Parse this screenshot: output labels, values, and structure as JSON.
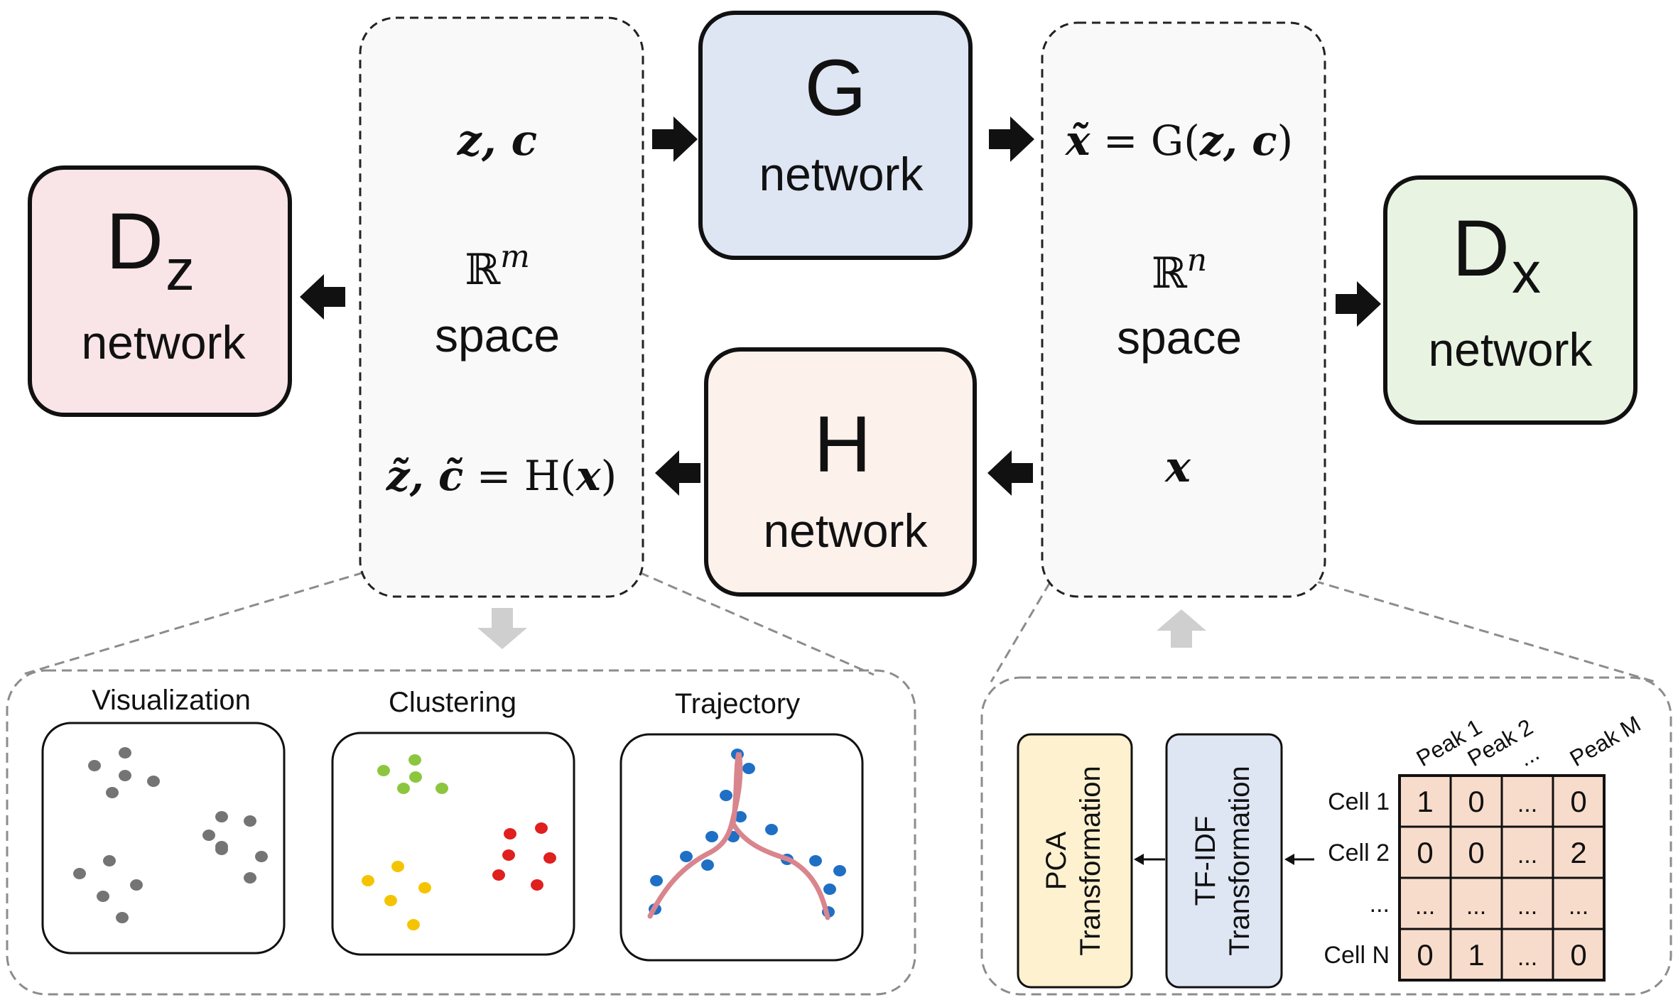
{
  "networks": {
    "dz": {
      "main": "D",
      "sub": "z",
      "label": "network",
      "fill": "#f9e4e7"
    },
    "g": {
      "main": "G",
      "label": "network",
      "fill": "#dee6f4"
    },
    "h": {
      "main": "H",
      "label": "network",
      "fill": "#fdf1ec"
    },
    "dx": {
      "main": "D",
      "sub": "x",
      "label": "network",
      "fill": "#e9f3e2"
    }
  },
  "latent_space": {
    "zc": "z, c",
    "space_symbol": "ℝ",
    "space_exp": "m",
    "space_label": "space",
    "h_lhs": "z̃, c̃",
    "h_eq": " = H(",
    "h_arg": "x",
    "h_close": ")"
  },
  "data_space": {
    "g_lhs": "x̃",
    "g_eq": " = G(",
    "g_args": "z, c",
    "g_close": ")",
    "space_symbol": "ℝ",
    "space_exp": "n",
    "space_label": "space",
    "x": "x"
  },
  "applications": {
    "visualization": "Visualization",
    "clustering": "Clustering",
    "trajectory": "Trajectory",
    "colors": {
      "gray": "#747474",
      "green": "#8cc63f",
      "yellow": "#f5c400",
      "red": "#e01f1f",
      "blue": "#1f6fc5",
      "trajectory_line": "#d9858e"
    }
  },
  "preprocessing": {
    "pca_line1": "PCA",
    "pca_line2": "Transformation",
    "tfidf_line1": "TF-IDF",
    "tfidf_line2": "Transformation",
    "pca_fill": "#fdf1cf",
    "tfidf_fill": "#dee6f4",
    "matrix_fill": "#f8dccb",
    "col_headers": [
      "Peak 1",
      "Peak 2",
      "...",
      "Peak M"
    ],
    "row_headers": [
      "Cell 1",
      "Cell 2",
      "...",
      "Cell N"
    ],
    "cells": [
      [
        "1",
        "0",
        "...",
        "0"
      ],
      [
        "0",
        "0",
        "...",
        "2"
      ],
      [
        "...",
        "...",
        "...",
        "..."
      ],
      [
        "0",
        "1",
        "...",
        "0"
      ]
    ]
  }
}
